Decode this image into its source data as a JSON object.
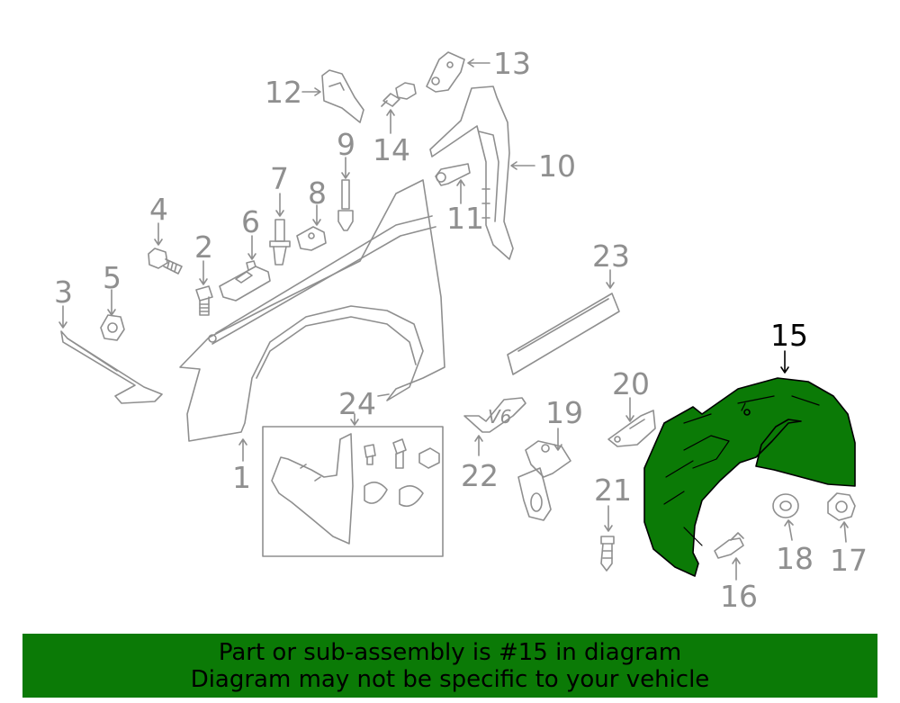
{
  "diagram": {
    "highlight_color": "#0b7a06",
    "line_color": "#8f8f8f",
    "callouts": [
      {
        "id": "1",
        "label": "1"
      },
      {
        "id": "2",
        "label": "2"
      },
      {
        "id": "3",
        "label": "3"
      },
      {
        "id": "4",
        "label": "4"
      },
      {
        "id": "5",
        "label": "5"
      },
      {
        "id": "6",
        "label": "6"
      },
      {
        "id": "7",
        "label": "7"
      },
      {
        "id": "8",
        "label": "8"
      },
      {
        "id": "9",
        "label": "9"
      },
      {
        "id": "10",
        "label": "10"
      },
      {
        "id": "11",
        "label": "11"
      },
      {
        "id": "12",
        "label": "12"
      },
      {
        "id": "13",
        "label": "13"
      },
      {
        "id": "14",
        "label": "14"
      },
      {
        "id": "15",
        "label": "15",
        "highlighted": true
      },
      {
        "id": "16",
        "label": "16"
      },
      {
        "id": "17",
        "label": "17"
      },
      {
        "id": "18",
        "label": "18"
      },
      {
        "id": "19",
        "label": "19"
      },
      {
        "id": "20",
        "label": "20"
      },
      {
        "id": "21",
        "label": "21"
      },
      {
        "id": "22",
        "label": "22"
      },
      {
        "id": "23",
        "label": "23"
      },
      {
        "id": "24",
        "label": "24"
      }
    ],
    "emblem_text": "V6"
  },
  "banner": {
    "line1": "Part or sub-assembly is #15 in diagram",
    "line2": "Diagram may not be specific to your vehicle",
    "background": "#0b7a06"
  }
}
